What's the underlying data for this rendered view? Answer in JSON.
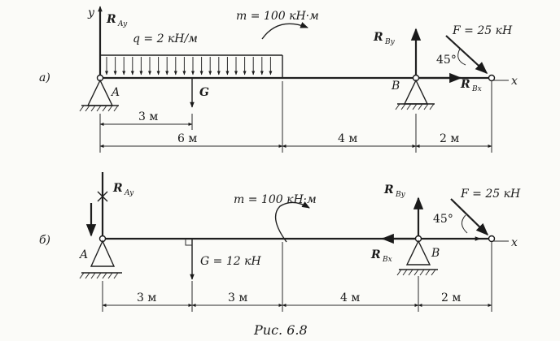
{
  "diagram_a": {
    "label": "а)",
    "axis_y": "y",
    "axis_x": "x",
    "r_ay_main": "R",
    "r_ay_sub": "Ay",
    "q_label": "q = 2 кН/м",
    "m_label": "m = 100 кН·м",
    "r_by_main": "R",
    "r_by_sub": "By",
    "r_bx_main": "R",
    "r_bx_sub": "Bx",
    "f_label": "F = 25 кН",
    "angle": "45°",
    "point_a": "A",
    "point_g": "G",
    "point_b": "B",
    "dim_3m": "3 м",
    "dim_6m": "6 м",
    "dim_4m": "4 м",
    "dim_2m": "2 м"
  },
  "diagram_b": {
    "label": "б)",
    "axis_x": "x",
    "r_ay_main": "R",
    "r_ay_sub": "Ay",
    "m_label": "m = 100 кН·м",
    "r_by_main": "R",
    "r_by_sub": "By",
    "r_bx_main": "R",
    "r_bx_sub": "Bx",
    "f_label": "F = 25 кН",
    "angle": "45°",
    "point_a": "A",
    "point_b": "B",
    "g_label": "G = 12 кН",
    "dim_3m_1": "3 м",
    "dim_3m_2": "3 м",
    "dim_4m": "4 м",
    "dim_2m": "2 м"
  },
  "caption": "Рис. 6.8"
}
